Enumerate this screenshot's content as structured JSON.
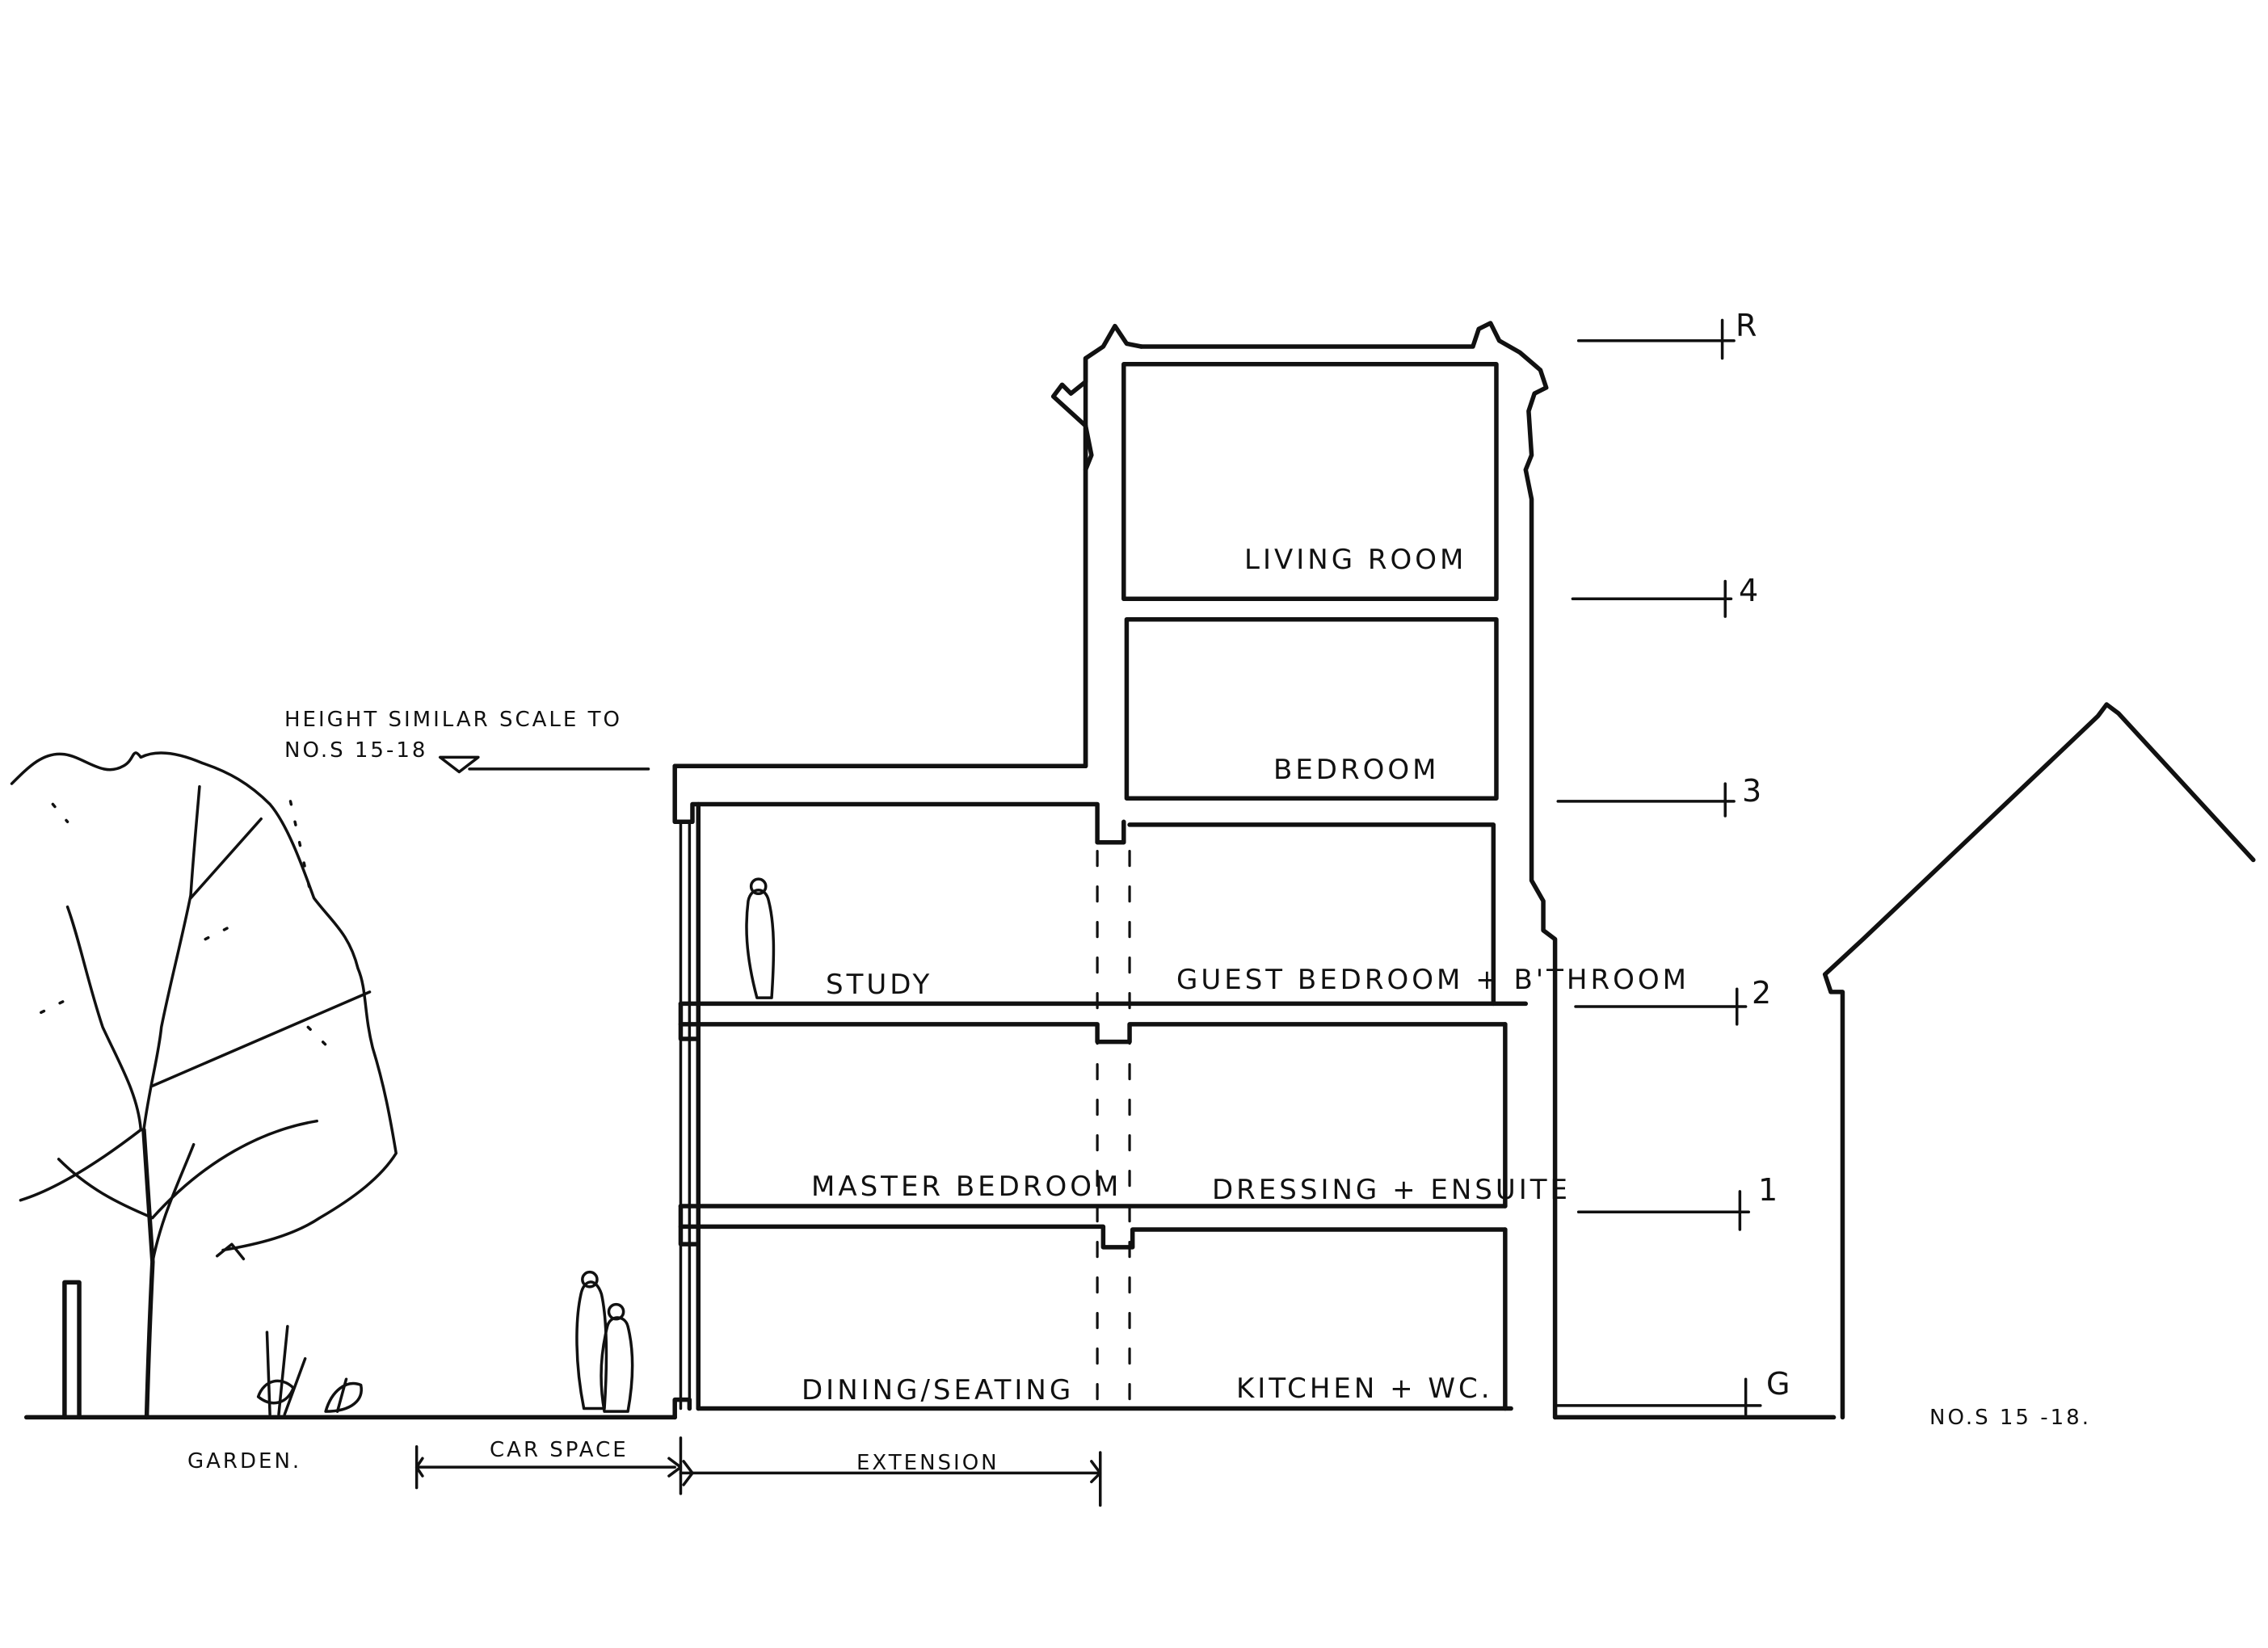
{
  "rooms": {
    "living_room": "LIVING ROOM",
    "bedroom": "BEDROOM",
    "study": "STUDY",
    "guest_bedroom": "GUEST BEDROOM + B'THROOM",
    "master_bedroom": "MASTER BEDROOM",
    "dressing": "DRESSING + ENSUITE",
    "dining": "DINING/SEATING",
    "kitchen": "KITCHEN + WC."
  },
  "levels": {
    "roof": "R",
    "level4": "4",
    "level3": "3",
    "level2": "2",
    "level1": "1",
    "ground": "G"
  },
  "zones": {
    "garden": "GARDEN.",
    "car_space": "CAR SPACE",
    "extension": "EXTENSION"
  },
  "annotations": {
    "height_line1": "HEIGHT SIMILAR SCALE TO",
    "height_line2": "NO.S 15-18",
    "neighbours": "NO.S 15 -18."
  }
}
